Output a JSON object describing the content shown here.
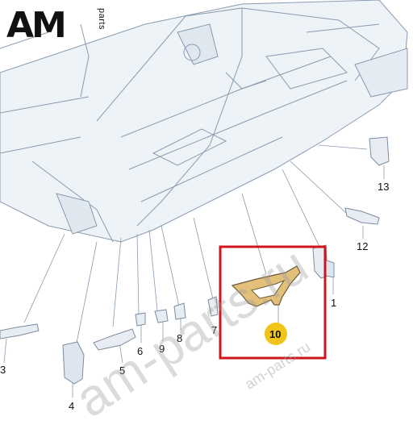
{
  "logo": {
    "main": "AM",
    "sub": "parts"
  },
  "watermarks": {
    "big": "am-parts.ru",
    "small": "am-parts.ru"
  },
  "callouts": [
    {
      "id": "13",
      "label": "13"
    },
    {
      "id": "12",
      "label": "12"
    },
    {
      "id": "1",
      "label": "1"
    },
    {
      "id": "10",
      "label": "10",
      "selected": true
    },
    {
      "id": "7",
      "label": "7"
    },
    {
      "id": "8",
      "label": "8"
    },
    {
      "id": "9",
      "label": "9"
    },
    {
      "id": "6",
      "label": "6"
    },
    {
      "id": "5",
      "label": "5"
    },
    {
      "id": "4",
      "label": "4"
    },
    {
      "id": "3",
      "label": "3"
    }
  ],
  "colors": {
    "highlight_box": "#d0141c",
    "selected_part": "#e3c07a",
    "selected_badge": "#f0c419",
    "line": "#8a9bb0"
  }
}
